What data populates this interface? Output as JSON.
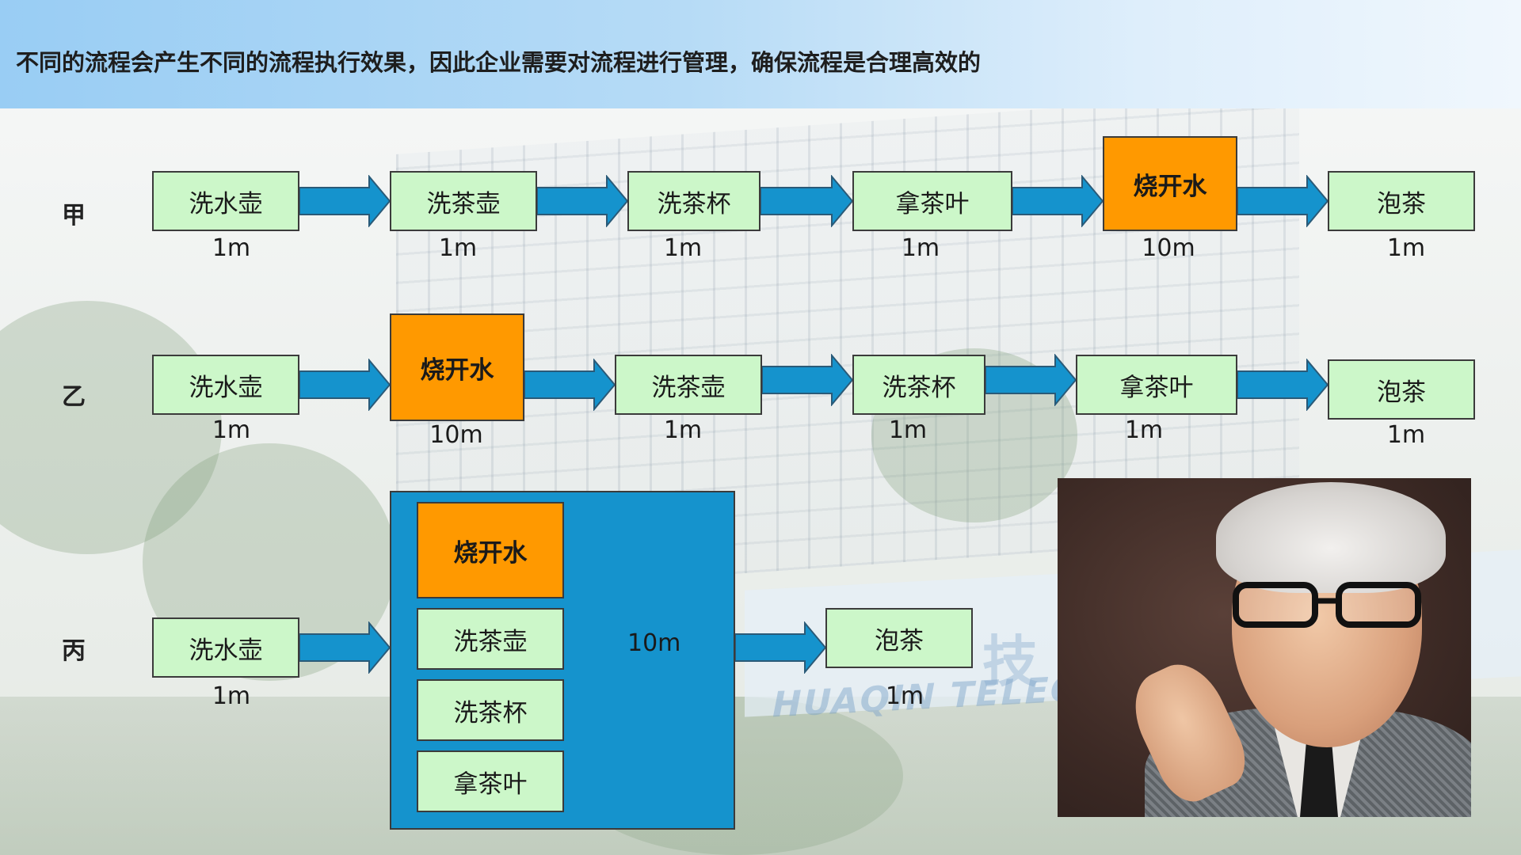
{
  "header": {
    "title": "不同的流程会产生不同的流程执行效果，因此企业需要对流程进行管理，确保流程是合理高效的"
  },
  "background": {
    "sign_text": "HUAQIN TELECOM TEC",
    "sign_cn": "技"
  },
  "rows": [
    {
      "label": "甲",
      "steps": [
        {
          "name": "洗水壶",
          "duration": "1m",
          "highlight": false
        },
        {
          "name": "洗茶壶",
          "duration": "1m",
          "highlight": false
        },
        {
          "name": "洗茶杯",
          "duration": "1m",
          "highlight": false
        },
        {
          "name": "拿茶叶",
          "duration": "1m",
          "highlight": false
        },
        {
          "name": "烧开水",
          "duration": "10m",
          "highlight": true
        },
        {
          "name": "泡茶",
          "duration": "1m",
          "highlight": false
        }
      ]
    },
    {
      "label": "乙",
      "steps": [
        {
          "name": "洗水壶",
          "duration": "1m",
          "highlight": false
        },
        {
          "name": "烧开水",
          "duration": "10m",
          "highlight": true
        },
        {
          "name": "洗茶壶",
          "duration": "1m",
          "highlight": false
        },
        {
          "name": "洗茶杯",
          "duration": "1m",
          "highlight": false
        },
        {
          "name": "拿茶叶",
          "duration": "1m",
          "highlight": false
        },
        {
          "name": "泡茶",
          "duration": "1m",
          "highlight": false
        }
      ]
    },
    {
      "label": "丙",
      "first": {
        "name": "洗水壶",
        "duration": "1m"
      },
      "parallel": {
        "duration": "10m",
        "steps": [
          {
            "name": "烧开水",
            "highlight": true
          },
          {
            "name": "洗茶壶",
            "highlight": false
          },
          {
            "name": "洗茶杯",
            "highlight": false
          },
          {
            "name": "拿茶叶",
            "highlight": false
          }
        ]
      },
      "last": {
        "name": "泡茶",
        "duration": "1m"
      }
    }
  ],
  "colors": {
    "step_fill": "#ccf7c9",
    "highlight_fill": "#ff9900",
    "arrow_fill": "#1593cd",
    "parallel_fill": "#1593cd"
  },
  "photo": {
    "icon": "portrait-photo"
  }
}
